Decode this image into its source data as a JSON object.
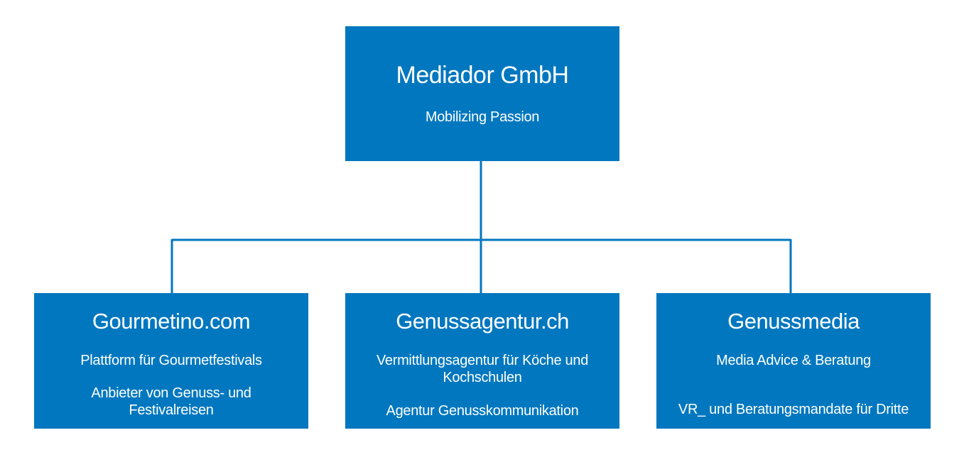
{
  "root": {
    "title": "Mediador GmbH",
    "subtitle": "Mobilizing Passion"
  },
  "children": [
    {
      "title": "Gourmetino.com",
      "lines": [
        "Plattform für Gourmetfestivals",
        "Anbieter von Genuss- und Festivalreisen"
      ]
    },
    {
      "title": "Genussagentur.ch",
      "lines": [
        "Vermittlungsagentur für Köche und Kochschulen",
        "Agentur Genusskommunikation"
      ]
    },
    {
      "title": "Genussmedia",
      "lines": [
        "Media Advice & Beratung",
        "VR_ und Beratungsmandate für Dritte"
      ]
    }
  ],
  "colors": {
    "box": "#0077bf",
    "connector": "#0077bf",
    "text": "#ffffff"
  }
}
